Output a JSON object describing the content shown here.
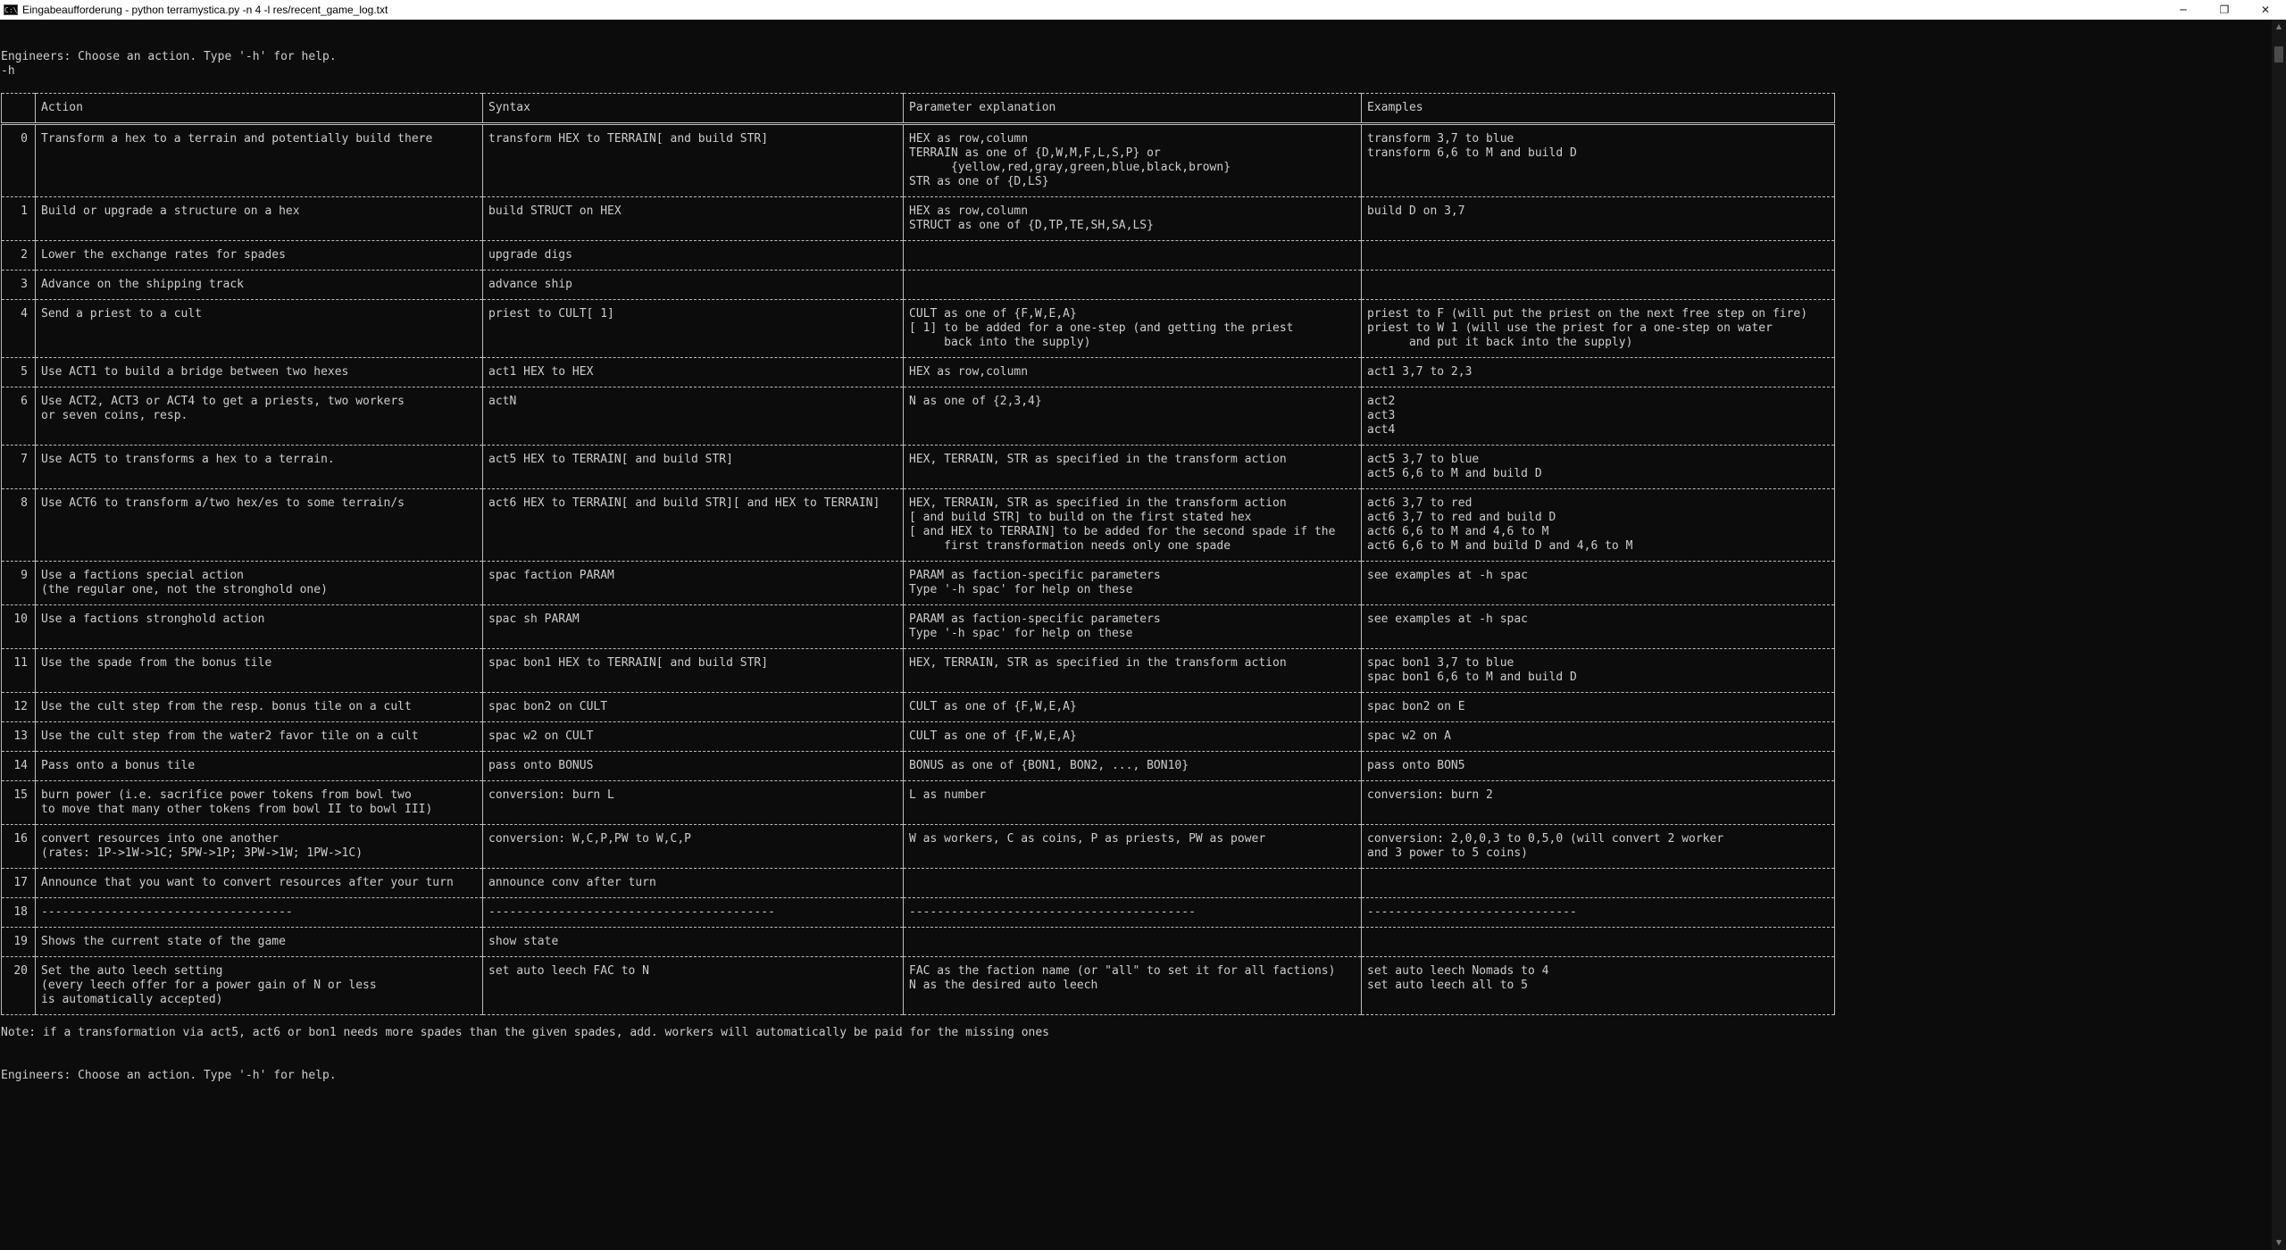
{
  "window": {
    "title": "Eingabeaufforderung - python  terramystica.py -n 4 -l res/recent_game_log.txt",
    "icon": "cmd-icon",
    "app_icon_text": "C:\\",
    "minimize_glyph": "─",
    "maximize_glyph": "❐",
    "close_glyph": "✕"
  },
  "terminal": {
    "prompt_line_1": "Engineers: Choose an action. Type '-h' for help.",
    "user_input": "-h",
    "note": "Note: if a transformation via act5, act6 or bon1 needs more spades than the given spades, add. workers will automatically be paid for the missing ones",
    "prompt_line_2": "Engineers: Choose an action. Type '-h' for help."
  },
  "table": {
    "headers": [
      "",
      "Action",
      "Syntax",
      "Parameter explanation",
      "Examples"
    ],
    "rows": [
      {
        "num": "0",
        "action": "Transform a hex to a terrain and potentially build there",
        "syntax": "transform HEX to TERRAIN[ and build STR]",
        "params": "HEX as row,column\nTERRAIN as one of {D,W,M,F,L,S,P} or\n      {yellow,red,gray,green,blue,black,brown}\nSTR as one of {D,LS}",
        "examples": "transform 3,7 to blue\ntransform 6,6 to M and build D"
      },
      {
        "num": "1",
        "action": "Build or upgrade a structure on a hex",
        "syntax": "build STRUCT on HEX",
        "params": "HEX as row,column\nSTRUCT as one of {D,TP,TE,SH,SA,LS}",
        "examples": "build D on 3,7"
      },
      {
        "num": "2",
        "action": "Lower the exchange rates for spades",
        "syntax": "upgrade digs",
        "params": "",
        "examples": ""
      },
      {
        "num": "3",
        "action": "Advance on the shipping track",
        "syntax": "advance ship",
        "params": "",
        "examples": ""
      },
      {
        "num": "4",
        "action": "Send a priest to a cult",
        "syntax": "priest to CULT[ 1]",
        "params": "CULT as one of {F,W,E,A}\n[ 1] to be added for a one-step (and getting the priest\n     back into the supply)",
        "examples": "priest to F (will put the priest on the next free step on fire)\npriest to W 1 (will use the priest for a one-step on water\n      and put it back into the supply)"
      },
      {
        "num": "5",
        "action": "Use ACT1 to build a bridge between two hexes",
        "syntax": "act1 HEX to HEX",
        "params": "HEX as row,column",
        "examples": "act1 3,7 to 2,3"
      },
      {
        "num": "6",
        "action": "Use ACT2, ACT3 or ACT4 to get a priests, two workers\nor seven coins, resp.",
        "syntax": "actN",
        "params": "N as one of {2,3,4}",
        "examples": "act2\nact3\nact4"
      },
      {
        "num": "7",
        "action": "Use ACT5 to transforms a hex to a terrain.",
        "syntax": "act5 HEX to TERRAIN[ and build STR]",
        "params": "HEX, TERRAIN, STR as specified in the transform action",
        "examples": "act5 3,7 to blue\nact5 6,6 to M and build D"
      },
      {
        "num": "8",
        "action": "Use ACT6 to transform a/two hex/es to some terrain/s",
        "syntax": "act6 HEX to TERRAIN[ and build STR][ and HEX to TERRAIN]",
        "params": "HEX, TERRAIN, STR as specified in the transform action\n[ and build STR] to build on the first stated hex\n[ and HEX to TERRAIN] to be added for the second spade if the\n     first transformation needs only one spade",
        "examples": "act6 3,7 to red\nact6 3,7 to red and build D\nact6 6,6 to M and 4,6 to M\nact6 6,6 to M and build D and 4,6 to M"
      },
      {
        "num": "9",
        "action": "Use a factions special action\n(the regular one, not the stronghold one)",
        "syntax": "spac faction PARAM",
        "params": "PARAM as faction-specific parameters\nType '-h spac' for help on these",
        "examples": "see examples at -h spac"
      },
      {
        "num": "10",
        "action": "Use a factions stronghold action",
        "syntax": "spac sh PARAM",
        "params": "PARAM as faction-specific parameters\nType '-h spac' for help on these",
        "examples": "see examples at -h spac"
      },
      {
        "num": "11",
        "action": "Use the spade from the bonus tile",
        "syntax": "spac bon1 HEX to TERRAIN[ and build STR]",
        "params": "HEX, TERRAIN, STR as specified in the transform action",
        "examples": "spac bon1 3,7 to blue\nspac bon1 6,6 to M and build D"
      },
      {
        "num": "12",
        "action": "Use the cult step from the resp. bonus tile on a cult",
        "syntax": "spac bon2 on CULT",
        "params": "CULT as one of {F,W,E,A}",
        "examples": "spac bon2 on E"
      },
      {
        "num": "13",
        "action": "Use the cult step from the water2 favor tile on a cult",
        "syntax": "spac w2 on CULT",
        "params": "CULT as one of {F,W,E,A}",
        "examples": "spac w2 on A"
      },
      {
        "num": "14",
        "action": "Pass onto a bonus tile",
        "syntax": "pass onto BONUS",
        "params": "BONUS as one of {BON1, BON2, ..., BON10}",
        "examples": "pass onto BON5"
      },
      {
        "num": "15",
        "action": "burn power (i.e. sacrifice power tokens from bowl two\nto move that many other tokens from bowl II to bowl III)",
        "syntax": "conversion: burn L",
        "params": "L as number",
        "examples": "conversion: burn 2"
      },
      {
        "num": "16",
        "action": "convert resources into one another\n(rates: 1P->1W->1C; 5PW->1P; 3PW->1W; 1PW->1C)",
        "syntax": "conversion: W,C,P,PW to W,C,P",
        "params": "W as workers, C as coins, P as priests, PW as power",
        "examples": "conversion: 2,0,0,3 to 0,5,0 (will convert 2 worker\nand 3 power to 5 coins)"
      },
      {
        "num": "17",
        "action": "Announce that you want to convert resources after your turn",
        "syntax": "announce conv after turn",
        "params": "",
        "examples": ""
      },
      {
        "num": "18",
        "action": "------------------------------------",
        "syntax": "-----------------------------------------",
        "params": "-----------------------------------------",
        "examples": "------------------------------"
      },
      {
        "num": "19",
        "action": "Shows the current state of the game",
        "syntax": "show state",
        "params": "",
        "examples": ""
      },
      {
        "num": "20",
        "action": "Set the auto leech setting\n(every leech offer for a power gain of N or less\nis automatically accepted)",
        "syntax": "set auto leech FAC to N",
        "params": "FAC as the faction name (or \"all\" to set it for all factions)\nN as the desired auto leech",
        "examples": "set auto leech Nomads to 4\nset auto leech all to 5"
      }
    ]
  },
  "scrollbar": {
    "up_glyph": "▲",
    "down_glyph": "▼"
  }
}
